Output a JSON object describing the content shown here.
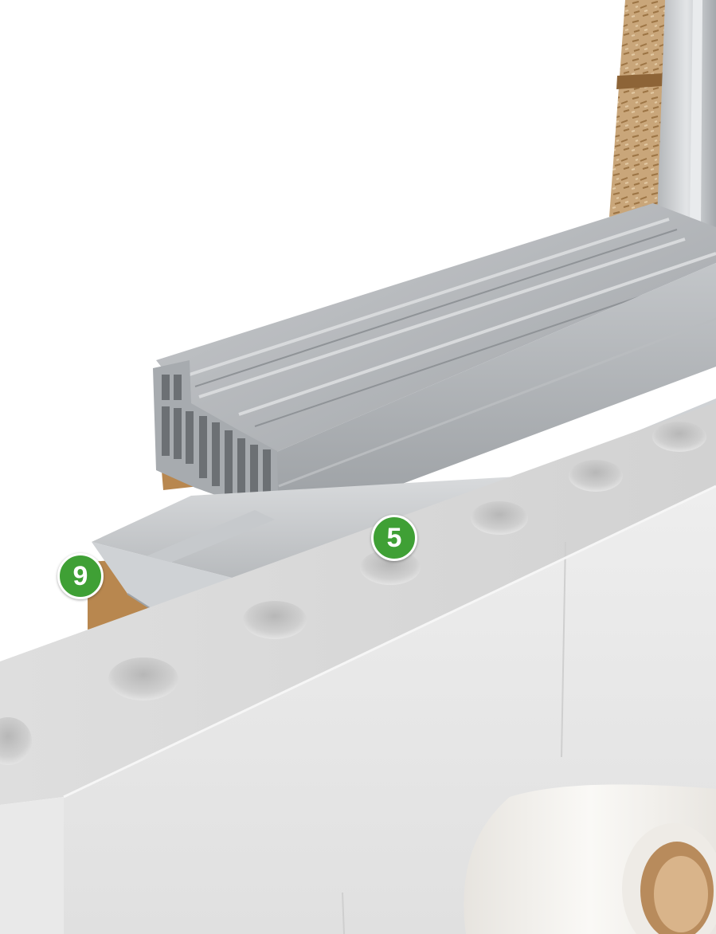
{
  "callouts": [
    {
      "number": "9"
    },
    {
      "number": "5"
    }
  ],
  "colors": {
    "callout_fill": "#3fa035",
    "callout_border": "#ffffff",
    "vinyl_frame": "#b9bcbf",
    "foam_block": "#e6e6e6",
    "wood_buck": "#b8874f",
    "tape": "#f4f2ee"
  },
  "icons": [
    "window-frame-illustration",
    "tape-roll-illustration"
  ]
}
